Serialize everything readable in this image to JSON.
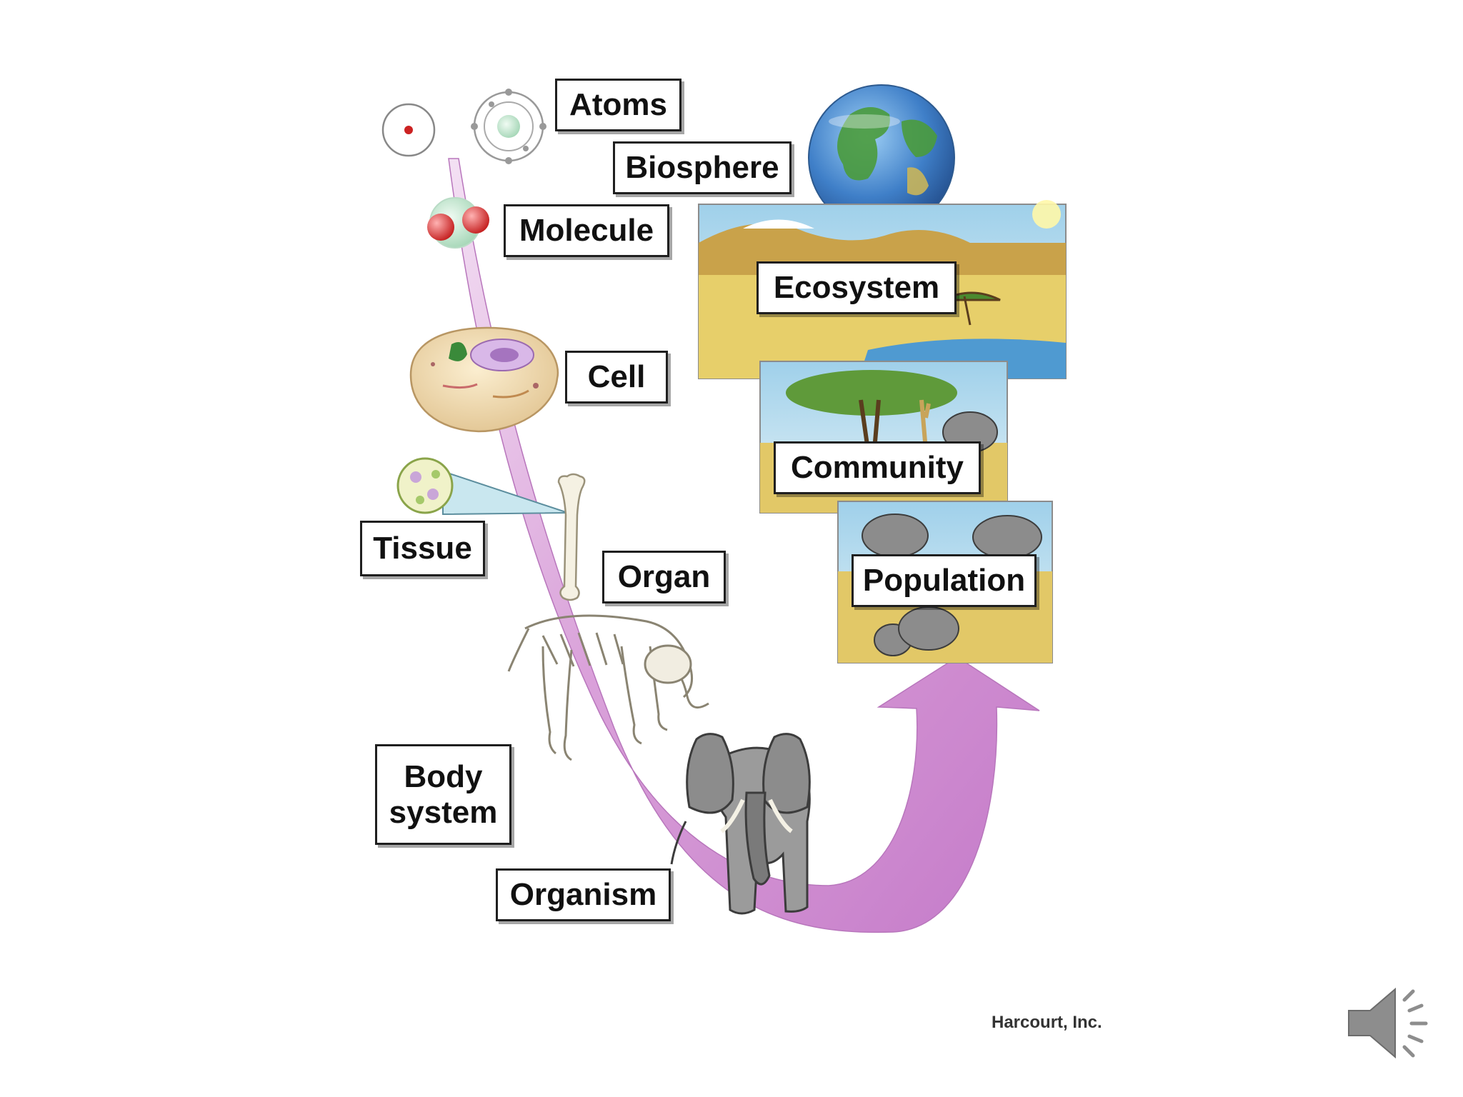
{
  "levels": {
    "atoms": "Atoms",
    "biosphere": "Biosphere",
    "molecule": "Molecule",
    "ecosystem": "Ecosystem",
    "cell": "Cell",
    "community": "Community",
    "tissue": "Tissue",
    "organ": "Organ",
    "population": "Population",
    "body_system": [
      "Body",
      "system"
    ],
    "organism": "Organism"
  },
  "credit": "Harcourt, Inc.",
  "icons": {
    "audio": "speaker-icon"
  },
  "colors": {
    "arrow": "#cf8fcf",
    "label_border": "#1f1f1f",
    "label_bg": "#ffffff",
    "sky": "#bfe0f0",
    "savanna": "#e2c867",
    "ocean": "#3f7fc8",
    "land": "#5aa64a"
  }
}
